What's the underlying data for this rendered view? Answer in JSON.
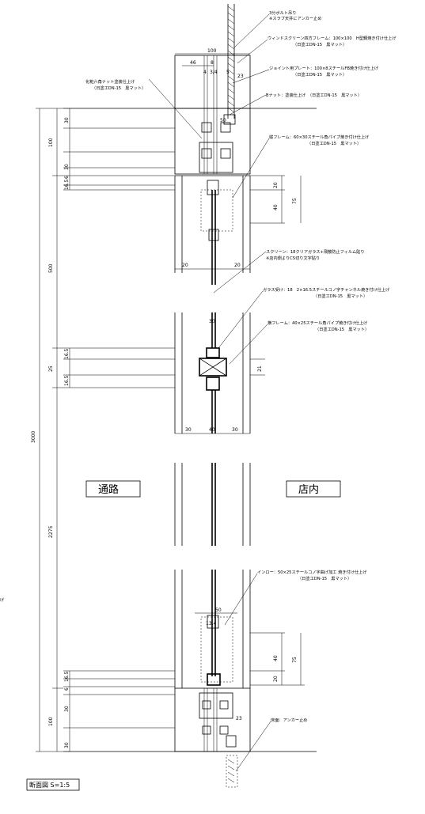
{
  "labels": {
    "passage": "通路",
    "store": "店内",
    "scale": "断面図  S=1:5"
  },
  "notes": {
    "bolt": "3分ボルト吊り",
    "bolt2": "※スラブ天井にアンカー止め",
    "window_frame": "ウィンドスクリーン四方フレーム：100×100　H型鋼焼き付け仕上げ",
    "window_frame2": "（日塗工DN-15　黒マット）",
    "joint_plate": "ジョイント用プレート：100×8スチールFB焼き付け仕上げ",
    "joint_plate2": "（日塗工DN-15　黒マット）",
    "nut": "Bナット：塗装仕上げ　（日塗工DN-15　黒マット）",
    "hex_bolt": "化粧六角ナット塗装仕上げ",
    "hex_bolt2": "（日塗工DN-15　黒マット）",
    "vertical_frame": "縦フレーム：60×30スチール角パイプ焼き付け仕上げ",
    "vertical_frame2": "（日塗工DN-15　黒マット）",
    "screen": "スクリーン：18クリアガラス+飛散防止フィルム貼り",
    "screen2": "※店内側よりCS切り文字貼り",
    "glass_holder": "ガラス受け：18　2×16.5スチールコノ字チャンネル焼き付け仕上げ",
    "glass_holder2": "（日塗工DN-15　黒マット）",
    "horizontal_frame": "横フレーム：40×25スチール角パイプ焼き付け仕上げ",
    "horizontal_frame2": "（日塗工DN-15　黒マット）",
    "inlet": "インロー：50×25スチールコノ字曲げ加工 焼き付け仕上げ",
    "inlet2": "（日塗工DN-15　黒マット）",
    "floor": "床面：アンカー止め",
    "margin_mark": "げ"
  },
  "dims": {
    "d100_top": "100",
    "d46": "46",
    "d8": "8",
    "d4": "4",
    "d34": "3/4",
    "d5": "5",
    "d23_top": "23",
    "d50_top": "50",
    "d30_a": "30",
    "d100_left": "100",
    "d30_b": "30",
    "d6_a": "6",
    "d165_a": "16.5",
    "d20_a": "20",
    "d40_a": "40",
    "d75_a": "75",
    "d20_b": "20",
    "d20_c": "20",
    "d500": "500",
    "d30_c": "30",
    "d165_b": "16.5",
    "d25": "25",
    "d165_c": "16.5",
    "d21": "21",
    "d30_d": "30",
    "d40_b": "40",
    "d30_e": "30",
    "d3000": "3000",
    "d2275": "2275",
    "d50_bot": "50",
    "d134": "13.4",
    "d40_c": "40",
    "d75_b": "75",
    "d20_d": "20",
    "d165_d": "16.5",
    "d6_b": "6",
    "d30_f": "30",
    "d100_bot": "100",
    "d30_g": "30",
    "d23_bot": "23"
  }
}
